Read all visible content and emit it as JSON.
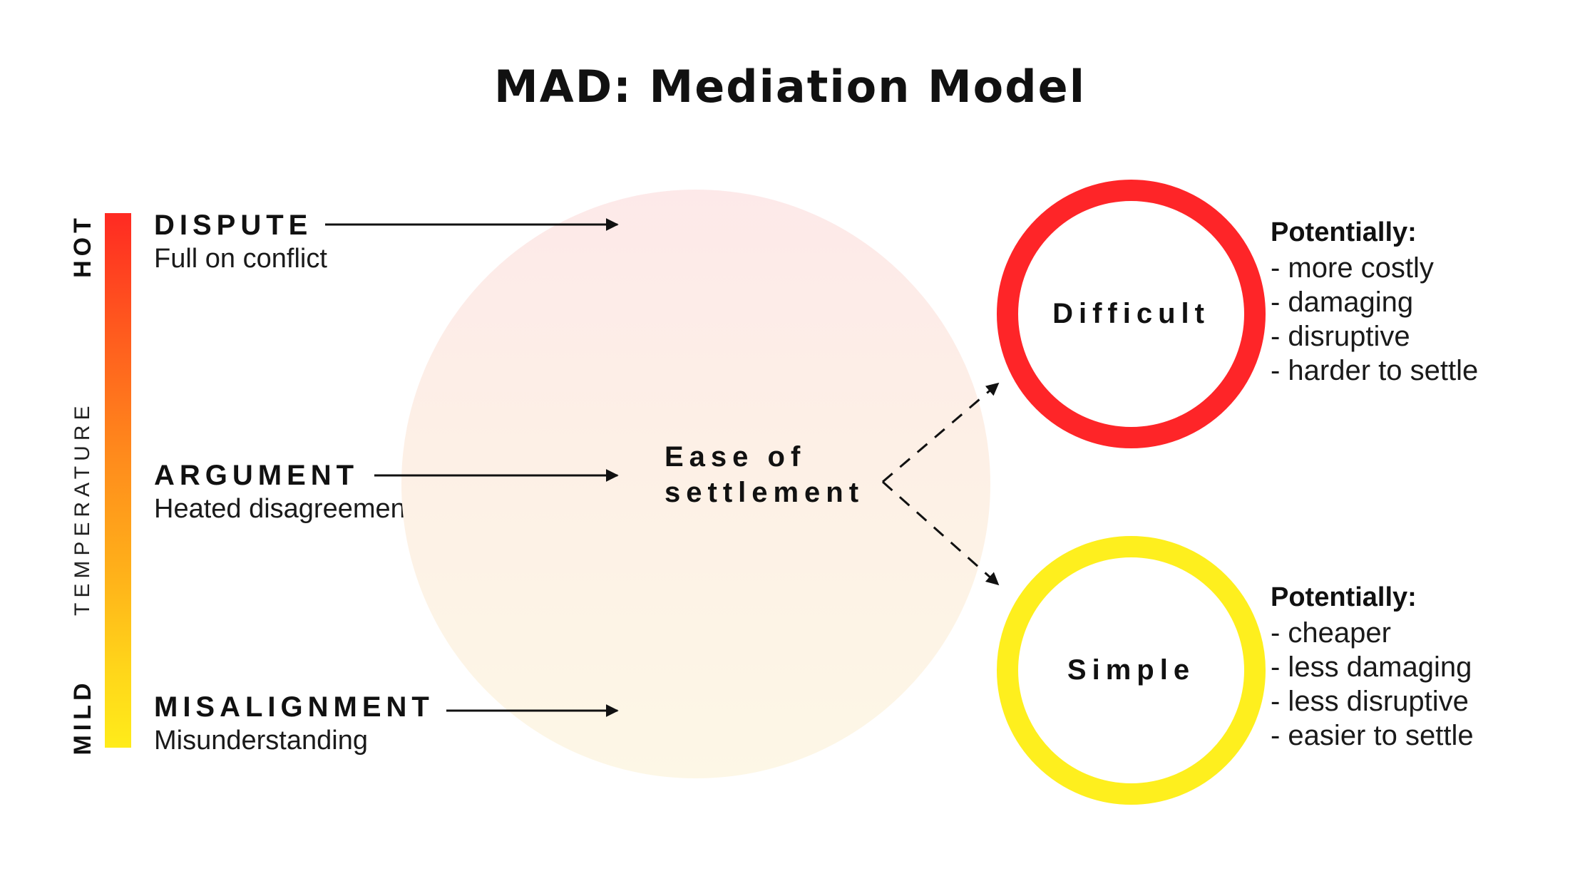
{
  "title": "MAD: Mediation Model",
  "temperature_scale": {
    "hot_label": "HOT",
    "axis_label": "TEMPERATURE",
    "mild_label": "MILD",
    "gradient_top_color": "#ff2a22",
    "gradient_bottom_color": "#ffec1a"
  },
  "levels": [
    {
      "heading": "DISPUTE",
      "description": "Full on conflict"
    },
    {
      "heading": "ARGUMENT",
      "description": "Heated disagreement"
    },
    {
      "heading": "MISALIGNMENT",
      "description": "Misunderstanding"
    }
  ],
  "center": {
    "line1": "Ease of",
    "line2": "settlement"
  },
  "outcomes": [
    {
      "label": "Difficult",
      "color": "#fe2528",
      "notes_title": "Potentially:",
      "items": [
        "- more costly",
        "- damaging",
        "- disruptive",
        "- harder to settle"
      ]
    },
    {
      "label": "Simple",
      "color": "#feef1e",
      "notes_title": "Potentially:",
      "items": [
        "- cheaper",
        "- less damaging",
        "- less disruptive",
        "- easier to settle"
      ]
    }
  ]
}
